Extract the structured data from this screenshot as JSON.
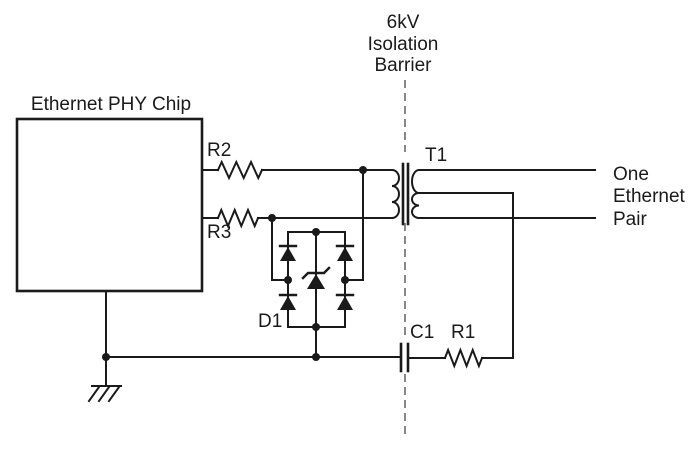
{
  "diagram": {
    "kind": "circuit-schematic",
    "colors": {
      "line": "#1a1a1a",
      "barrier_dash": "#888888",
      "background": "#ffffff"
    }
  },
  "labels": {
    "chip": "Ethernet PHY Chip",
    "barrier_line1": "6kV",
    "barrier_line2": "Isolation",
    "barrier_line3": "Barrier",
    "transformer": "T1",
    "resistor_top": "R2",
    "resistor_bottom": "R3",
    "diode_bridge": "D1",
    "capacitor": "C1",
    "resistor_termination": "R1",
    "output_line1": "One",
    "output_line2": "Ethernet",
    "output_line3": "Pair"
  }
}
